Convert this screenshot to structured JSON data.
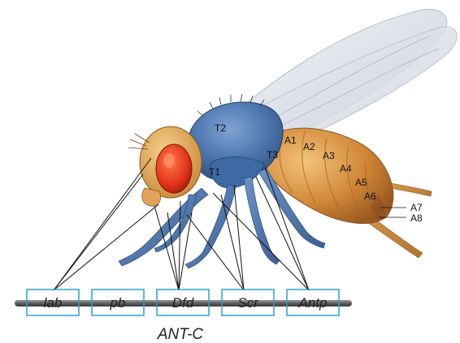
{
  "segments": {
    "t1": "T1",
    "t2": "T2",
    "t3": "T3",
    "a1": "A1",
    "a2": "A2",
    "a3": "A3",
    "a4": "A4",
    "a5": "A5",
    "a6": "A6",
    "a7": "A7",
    "a8": "A8"
  },
  "genes": [
    "lab",
    "pb",
    "Dfd",
    "Scr",
    "Antp"
  ],
  "complex_label": "ANT-C",
  "colors": {
    "box_border": "#2aa0c8",
    "chromosome": "#6b6b6b",
    "head": "#e0a24f",
    "eye": "#e8341c",
    "thorax": "#4f78b0",
    "abdomen": "#d38a3a",
    "wing": "#d9dde6"
  }
}
